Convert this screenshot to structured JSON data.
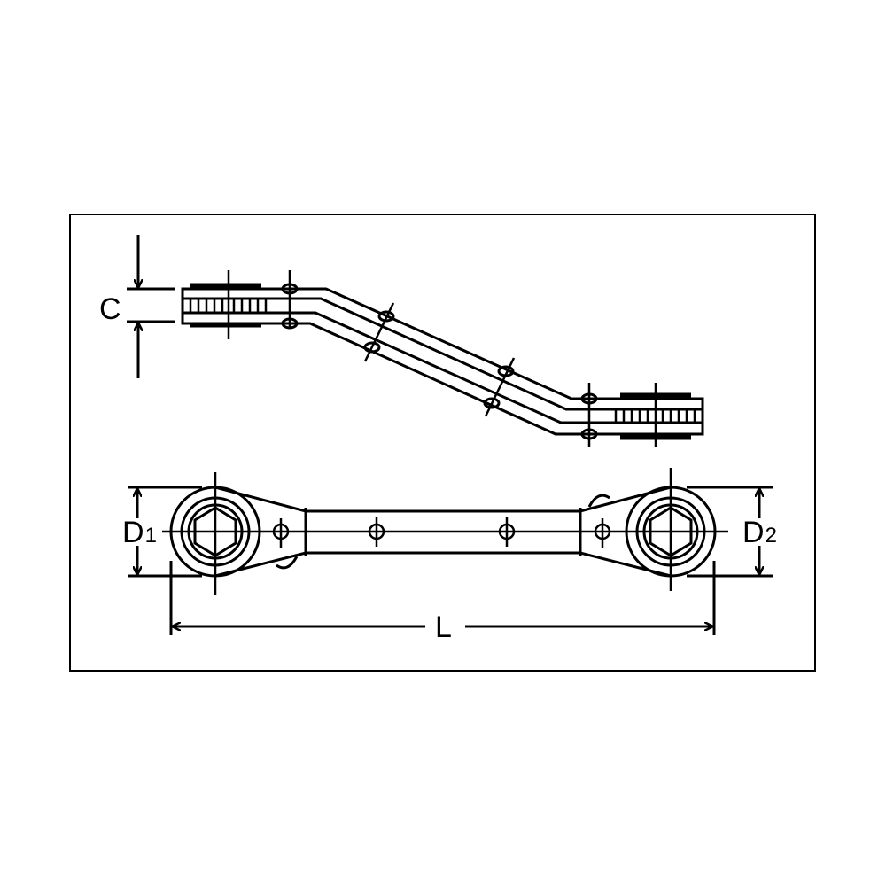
{
  "labels": {
    "c": "C",
    "d1": "D",
    "d1_sub": "1",
    "d2": "D",
    "d2_sub": "2",
    "l": "L"
  },
  "colors": {
    "line": "#000000",
    "background": "#ffffff"
  }
}
